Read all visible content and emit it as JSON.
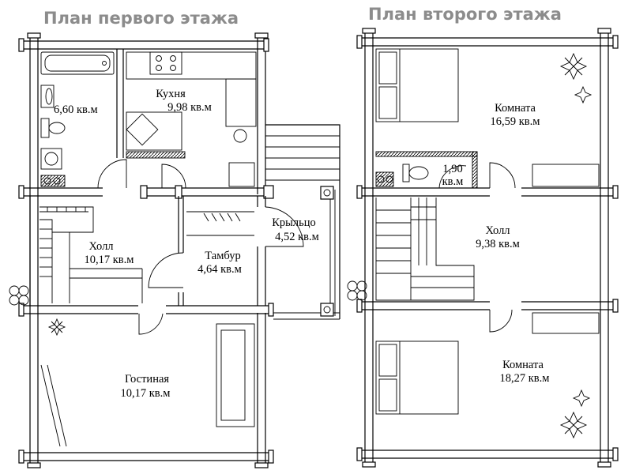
{
  "titles": {
    "first": "План первого этажа",
    "second": "План второго этажа"
  },
  "first_floor": {
    "bathroom": {
      "area": "6,60 кв.м"
    },
    "kitchen": {
      "name": "Кухня",
      "area": "9,98 кв.м"
    },
    "hall": {
      "name": "Холл",
      "area": "10,17 кв.м"
    },
    "vestibule": {
      "name": "Тамбур",
      "area": "4,64 кв.м"
    },
    "porch": {
      "name": "Крыльцо",
      "area": "4,52 кв.м"
    },
    "living": {
      "name": "Гостиная",
      "area": "10,17 кв.м"
    }
  },
  "second_floor": {
    "room_top": {
      "name": "Комната",
      "area": "16,59 кв.м"
    },
    "wc": {
      "area": "1,90 кв.м"
    },
    "hall": {
      "name": "Холл",
      "area": "9,38 кв.м"
    },
    "room_bottom": {
      "name": "Комната",
      "area": "18,27 кв.м"
    }
  },
  "colors": {
    "line": "#000000",
    "title": "#8c8c8c",
    "background": "#ffffff"
  }
}
